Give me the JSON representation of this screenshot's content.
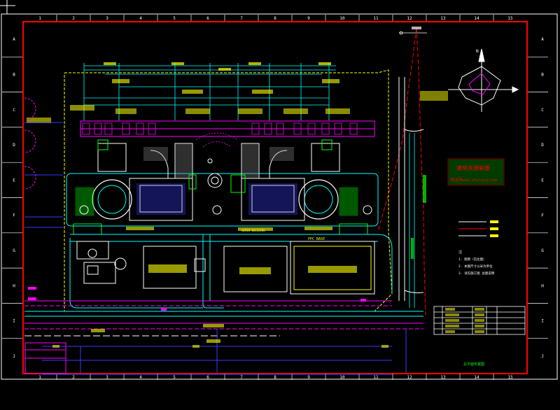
{
  "sheet": {
    "col_labels": [
      "1",
      "2",
      "3",
      "4",
      "5",
      "6",
      "7",
      "8",
      "9",
      "10",
      "11",
      "12",
      "13",
      "14",
      "15"
    ],
    "row_labels": [
      "A",
      "B",
      "C",
      "D",
      "E",
      "F",
      "G",
      "H",
      "I",
      "J"
    ]
  },
  "labels": {
    "bldg_a": "PPC BASE",
    "bldg_c": "ADMIN BUILDING",
    "north": "N"
  },
  "stamp": {
    "line1": "建筑资源联盟",
    "line2": "筑龙网www.zhulong.com"
  },
  "notes": {
    "title": "注",
    "items": [
      "1. 图例（见左图）",
      "2. 本图尺寸以米为单位",
      "3. 详见施工图  总图说明"
    ]
  },
  "table_title": "总平面布置图",
  "colors": {
    "frame": "#ff0000",
    "cyan": "#00ffff",
    "green": "#00ff00",
    "yellow": "#ffff00",
    "magenta": "#ff00ff",
    "white": "#ffffff",
    "blue": "#3a3aff"
  }
}
